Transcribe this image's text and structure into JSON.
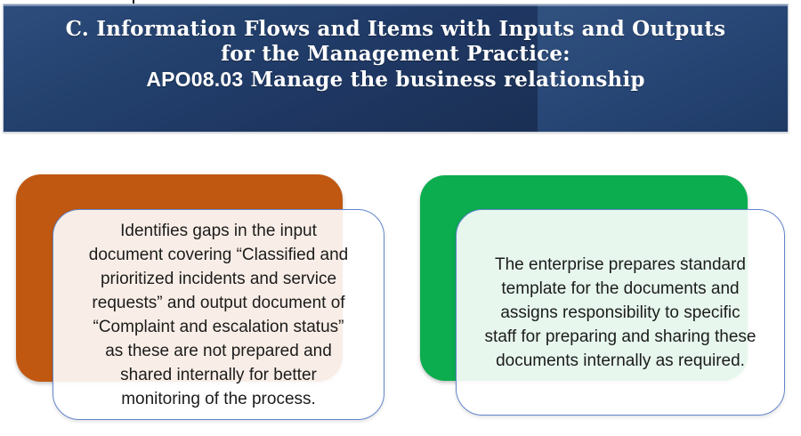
{
  "slide": {
    "top_artifact": "text-cursor-tick",
    "header": {
      "title_line1": "C. Information Flows and Items with Inputs and Outputs",
      "title_line2": "for the Management Practice:",
      "title_line3_code": "APO08.03",
      "title_line3_text": " Manage the business relationship",
      "background_left_color": "#1f3864",
      "background_right_color": "#264574",
      "text_color": "#ffffff"
    },
    "cards": {
      "finding": {
        "accent_color": "#C05812",
        "text": "Identifies gaps in the input\ndocument covering “Classified and\nprioritized incidents and service\nrequests” and output document of\n“Complaint and escalation status”\nas these are not prepared and\nshared internally for better\nmonitoring of the process."
      },
      "recommendation": {
        "accent_color": "#0BAD4F",
        "text": "The enterprise prepares standard\ntemplate for the documents and\nassigns responsibility to specific\nstaff for preparing and sharing these\ndocuments internally as required."
      }
    },
    "card_border_color": "#6286cb"
  }
}
